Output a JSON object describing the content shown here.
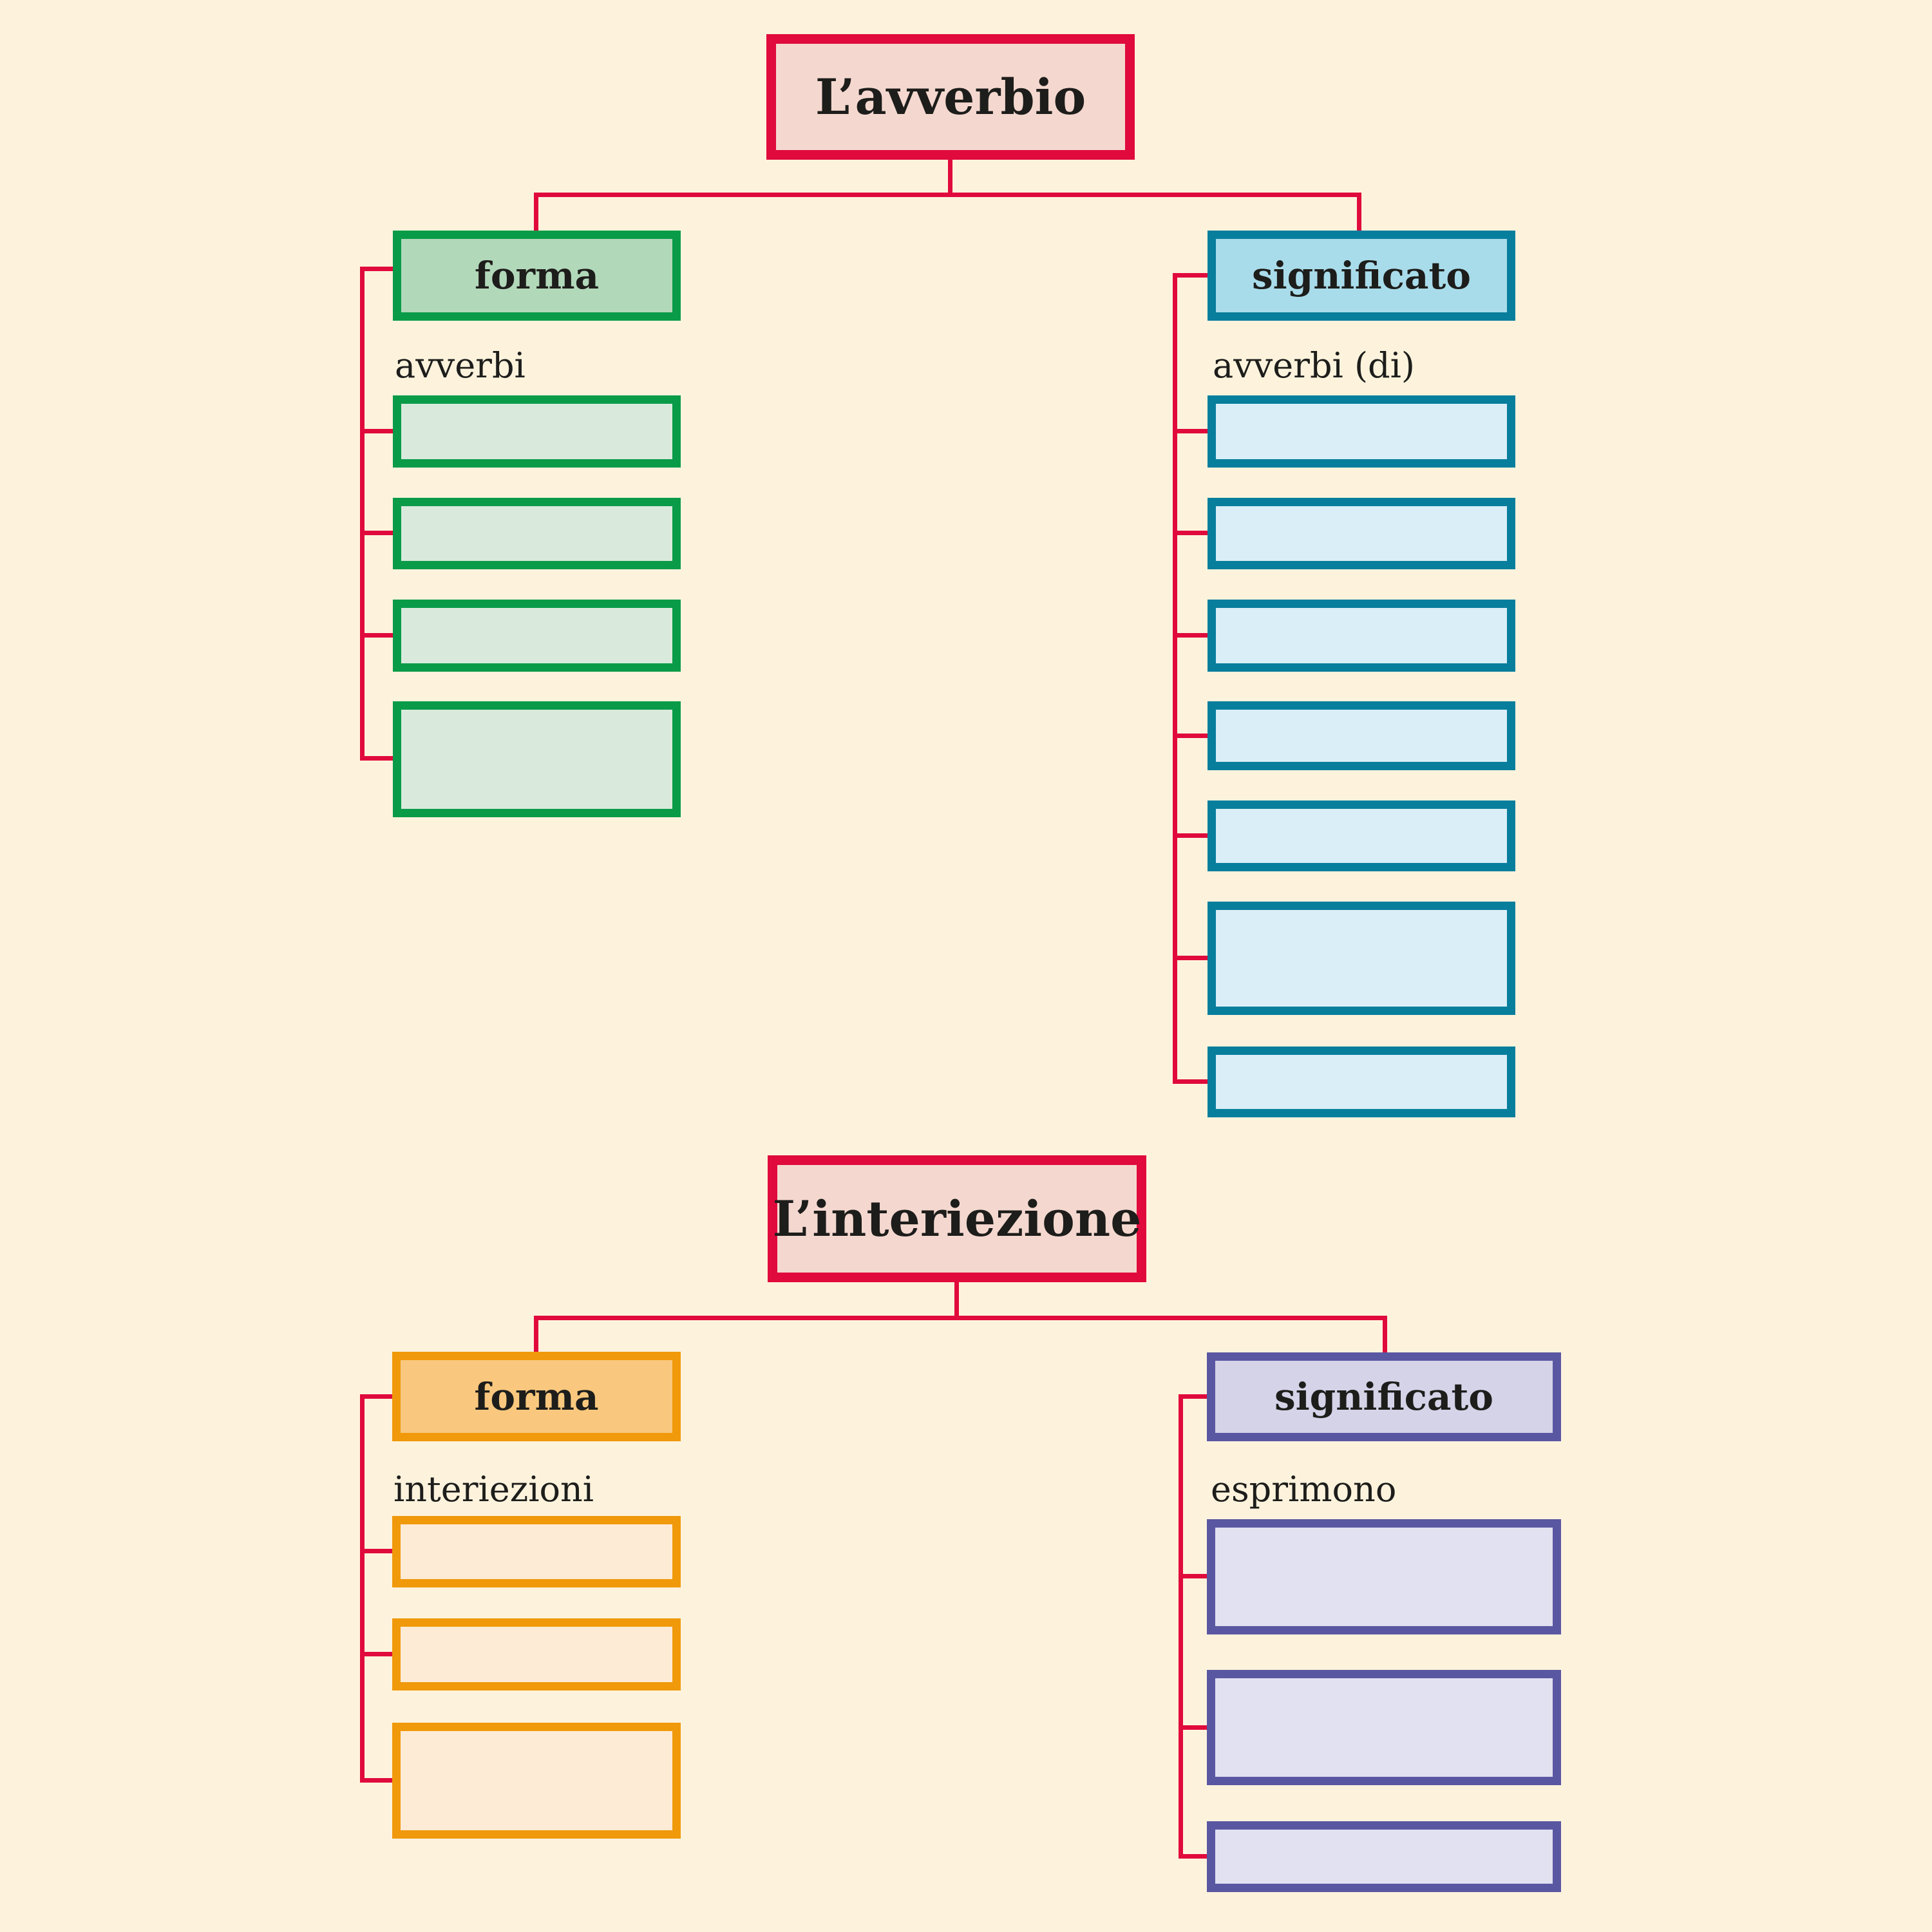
{
  "page": {
    "background_color": "#fdf3dd",
    "connector_color": "#e00a3c",
    "text_color": "#1d1d1b"
  },
  "colors": {
    "title_fill": "#f4d8cf",
    "title_border": "#e00a3c",
    "green_border": "#0a9b48",
    "green_header_fill": "#b2d8ba",
    "green_box_fill": "#d9eadd",
    "teal_border": "#087e9d",
    "teal_header_fill": "#a9dcea",
    "teal_box_fill": "#daeef8",
    "orange_border": "#f0990b",
    "orange_header_fill": "#f9c87e",
    "orange_box_fill": "#fdebd6",
    "purple_border": "#5a57a2",
    "purple_header_fill": "#d4d3e8",
    "purple_box_fill": "#e2e1f1"
  },
  "diagrams": [
    {
      "title": "L’avverbio",
      "branches": [
        {
          "label": "forma",
          "list_label": "avverbi",
          "empty_boxes": 4,
          "scheme": "green"
        },
        {
          "label": "significato",
          "list_label": "avverbi (di)",
          "empty_boxes": 7,
          "scheme": "teal"
        }
      ]
    },
    {
      "title": "L’interiezione",
      "branches": [
        {
          "label": "forma",
          "list_label": "interiezioni",
          "empty_boxes": 3,
          "scheme": "orange"
        },
        {
          "label": "significato",
          "list_label": "esprimono",
          "empty_boxes": 3,
          "scheme": "purple"
        }
      ]
    }
  ]
}
